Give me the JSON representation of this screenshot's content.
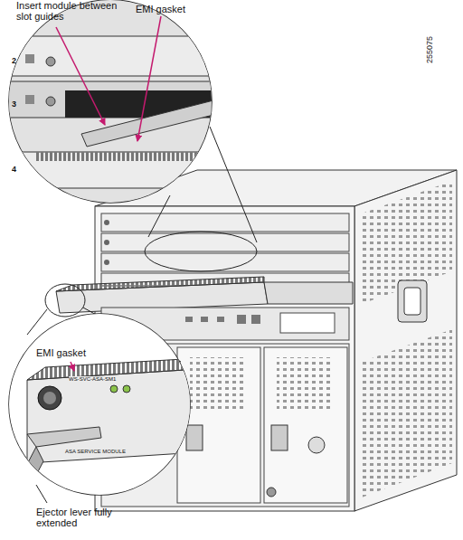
{
  "diagram": {
    "labels": [
      "Insert module between slot guides",
      "EMI gasket",
      "2",
      "3",
      "4",
      "EMI gasket",
      "WS-SVC-ASA-SM1",
      "ASA SERVICE MODULE",
      "Ejector lever fully extended",
      "255075"
    ]
  }
}
